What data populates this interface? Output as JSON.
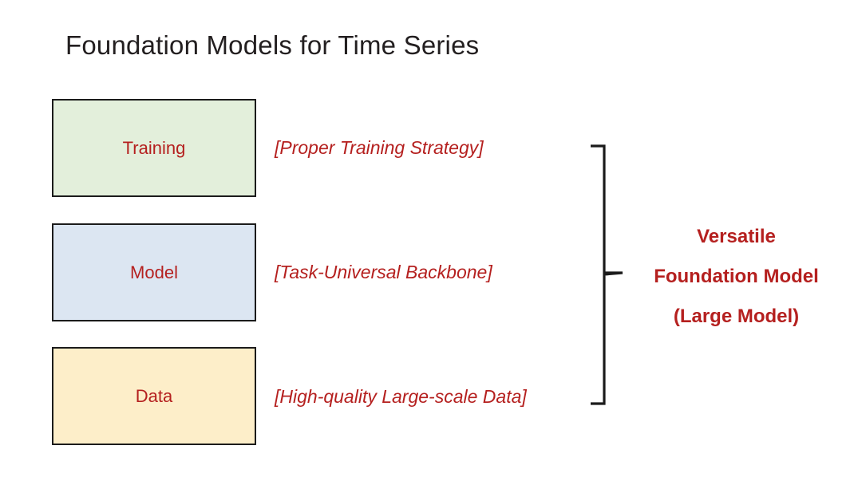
{
  "slide": {
    "title": "Foundation Models for Time Series",
    "background_color": "#ffffff",
    "accent_color": "#b5201f",
    "title_color": "#231f20",
    "border_color": "#1b1b1b"
  },
  "stages": [
    {
      "id": "training",
      "label": "Training",
      "annotation": "[Proper Training Strategy]",
      "fill_color": "#e3efdb"
    },
    {
      "id": "model",
      "label": "Model",
      "annotation": "[Task-Universal Backbone]",
      "fill_color": "#dce6f2"
    },
    {
      "id": "data",
      "label": "Data",
      "annotation": "[High-quality Large-scale Data]",
      "fill_color": "#fdeec9"
    }
  ],
  "brace": {
    "icon": "square-brace-right-icon",
    "color": "#1b1b1b"
  },
  "outcome": {
    "line1": "Versatile",
    "line2": "Foundation Model",
    "line3": "(Large Model)",
    "color": "#b5201f"
  }
}
